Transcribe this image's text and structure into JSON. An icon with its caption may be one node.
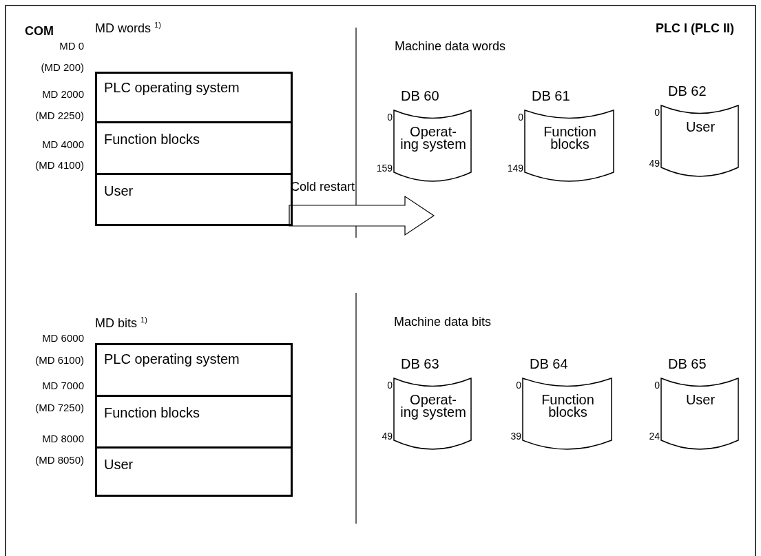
{
  "diagram": {
    "nodes": [
      {
        "text": [
          "MD words $^{1)}$"
        ]
      },
      {
        "text": [
          "PLC operating system"
        ],
        "in": 0
      },
      {
        "text": [
          "Function blocks"
        ],
        "in": 0
      },
      {
        "text": [
          "User"
        ],
        "in": 0
      },
      {
        "text": [
          "DB 60",
          "Operat- ing system"
        ],
        "beside": [
          "0",
          "159"
        ]
      },
      {
        "text": [
          "DB 61",
          "Function blocks"
        ],
        "beside": [
          "0",
          "149"
        ]
      },
      {
        "text": [
          "DB 62",
          "User"
        ],
        "beside": [
          "0",
          "49"
        ]
      },
      {
        "text": [
          "MD bits $^{1)}$"
        ]
      },
      {
        "text": [
          "PLC operating system"
        ],
        "in": 7
      },
      {
        "text": [
          "Function blocks"
        ],
        "in": 7
      },
      {
        "text": [
          "User"
        ],
        "in": 7
      },
      {
        "text": [
          "DB 63",
          "Operat- ing system"
        ],
        "beside": [
          "0",
          "49"
        ]
      },
      {
        "text": [
          "DB 64",
          "Function blocks"
        ],
        "beside": [
          "0",
          "39"
        ]
      },
      {
        "text": [
          "DB 65",
          "User"
        ],
        "beside": [
          "0",
          "24"
        ]
      }
    ],
    "labels": [
      "COM",
      "PLC I (PLC II)",
      "Machine data words",
      "MD 0",
      "(MD 200)",
      "MD 2000",
      "(MD 2250)",
      "MD 4000",
      "(MD 4100)",
      "Cold restart",
      "Machine data bits",
      "MD 6000",
      "(MD 6100)",
      "MD 7000",
      "(MD 7250)",
      "MD 8000",
      "(MD 8050)"
    ]
  }
}
